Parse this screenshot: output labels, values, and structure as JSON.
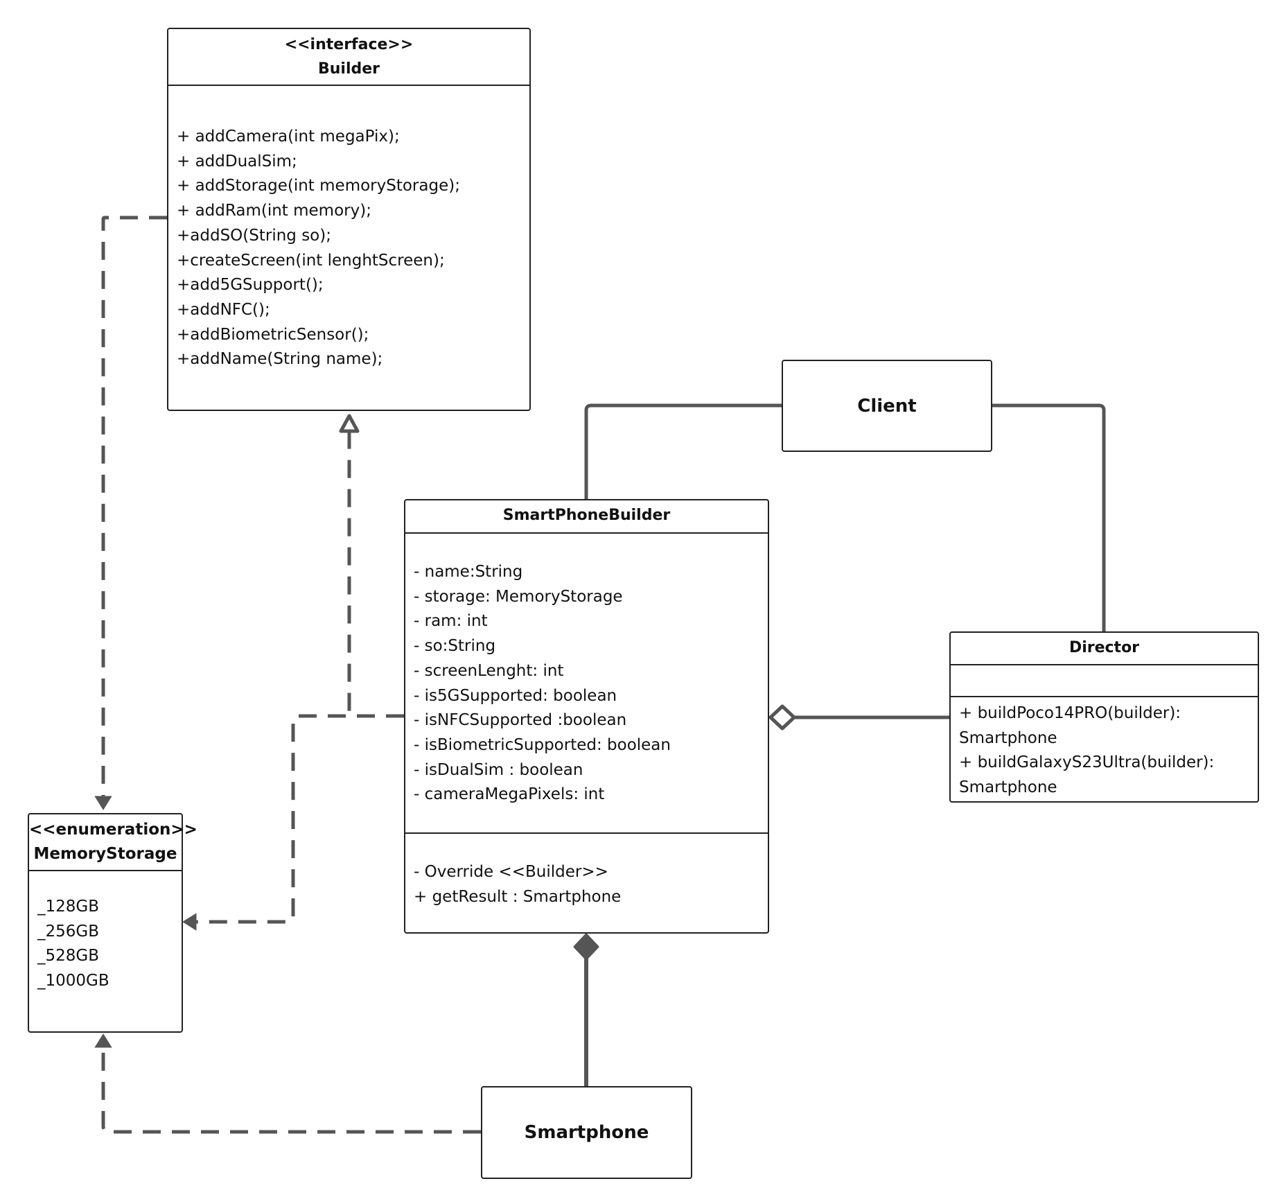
{
  "builder": {
    "stereotype": "<<interface>>",
    "name": "Builder",
    "operations": [
      "+ addCamera(int megaPix);",
      "+ addDualSim;",
      "+ addStorage(int memoryStorage);",
      "+ addRam(int memory);",
      "+addSO(String so);",
      "+createScreen(int lenghtScreen);",
      "+add5GSupport();",
      "+addNFC();",
      "+addBiometricSensor();",
      "+addName(String name);"
    ]
  },
  "client": {
    "name": "Client"
  },
  "smartphone_builder": {
    "name": "SmartPhoneBuilder",
    "attributes": [
      "- name:String",
      "- storage: MemoryStorage",
      "- ram: int",
      "- so:String",
      "- screenLenght: int",
      "- is5GSupported: boolean",
      "- isNFCSupported :boolean",
      "- isBiometricSupported: boolean",
      "- isDualSim : boolean",
      "- cameraMegaPixels: int"
    ],
    "operations": [
      "- Override <<Builder>>",
      "+ getResult : Smartphone"
    ]
  },
  "director": {
    "name": "Director",
    "operations": [
      "+ buildPoco14PRO(builder): Smartphone",
      "+ buildGalaxyS23Ultra(builder): Smartphone"
    ]
  },
  "memory_storage": {
    "stereotype": "<<enumeration>>",
    "name": "MemoryStorage",
    "values": [
      "_128GB",
      "_256GB",
      "_528GB",
      "_1000GB"
    ]
  },
  "smartphone": {
    "name": "Smartphone"
  },
  "colors": {
    "connector": "#555555",
    "border": "#222222"
  }
}
